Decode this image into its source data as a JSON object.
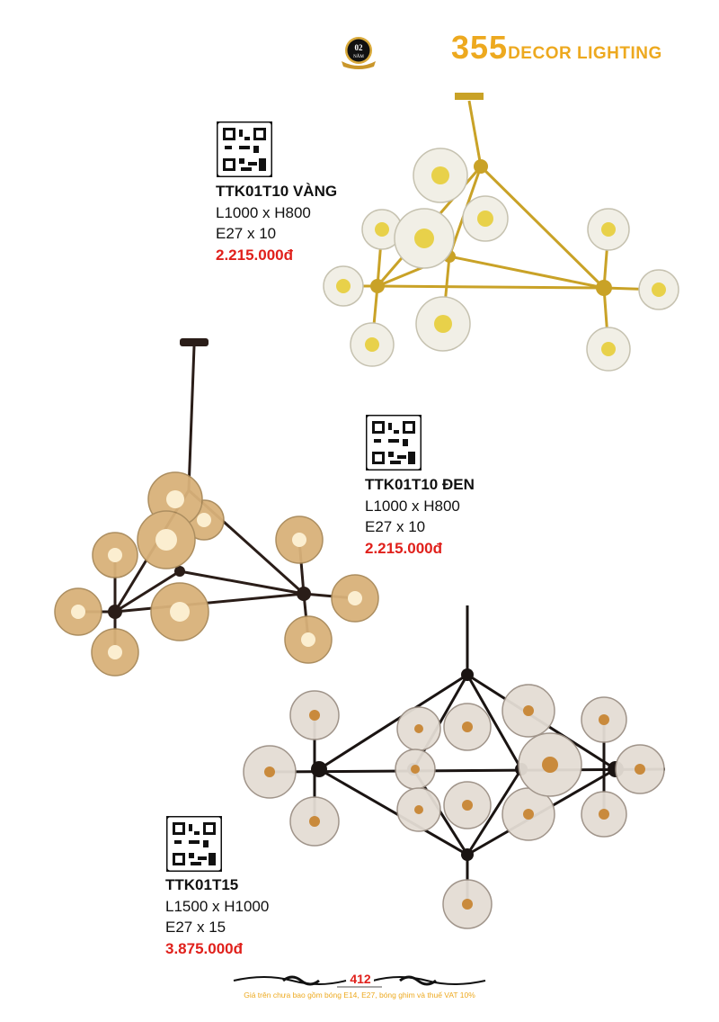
{
  "header": {
    "brand_number": "355",
    "brand_text": "DECOR LIGHTING",
    "badge_text": "02 NĂM"
  },
  "products": [
    {
      "name": "TTK01T10 VÀNG",
      "size": "L1000 x H800",
      "bulbs": "E27 x 10",
      "price": "2.215.000đ"
    },
    {
      "name": "TTK01T10 ĐEN",
      "size": "L1000 x H800",
      "bulbs": "E27 x 10",
      "price": "2.215.000đ"
    },
    {
      "name": "TTK01T15",
      "size": "L1500 x H1000",
      "bulbs": "E27 x 15",
      "price": "3.875.000đ"
    }
  ],
  "footer": {
    "page_number": "412",
    "note": "Giá trên chưa bao gồm bóng E14, E27, bóng ghim và thuế VAT 10%"
  },
  "colors": {
    "brand": "#eda91f",
    "price": "#e0201b"
  }
}
